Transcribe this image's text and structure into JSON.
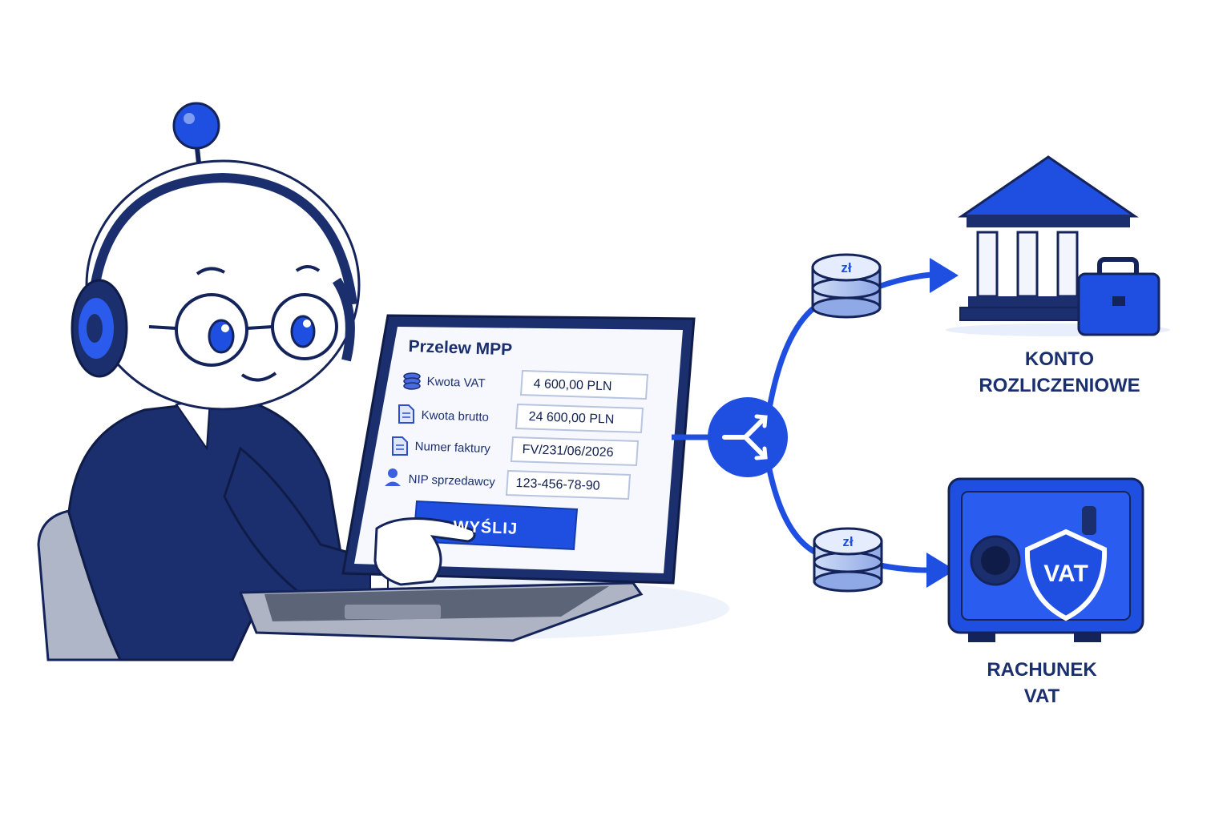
{
  "form": {
    "title": "Przelew MPP",
    "fields": [
      {
        "label": "Kwota VAT",
        "value": "4 600,00 PLN",
        "icon": "coins-icon"
      },
      {
        "label": "Kwota brutto",
        "value": "24 600,00 PLN",
        "icon": "document-icon"
      },
      {
        "label": "Numer faktury",
        "value": "FV/231/06/2026",
        "icon": "invoice-icon"
      },
      {
        "label": "NIP sprzedawcy",
        "value": "123-456-78-90",
        "icon": "person-icon"
      }
    ],
    "submit_label": "WYŚLIJ"
  },
  "coin_symbol": "zł",
  "destinations": {
    "settlement": {
      "line1": "KONTO",
      "line2": "ROZLICZENIOWE",
      "icon": "bank-icon"
    },
    "vat": {
      "line1": "RACHUNEK",
      "line2": "VAT",
      "icon": "safe-icon",
      "badge": "VAT"
    }
  },
  "colors": {
    "accent": "#1f4fe0",
    "navy": "#1b2f6e",
    "dark_navy": "#14245a",
    "light_blue": "#dfe8fb"
  }
}
